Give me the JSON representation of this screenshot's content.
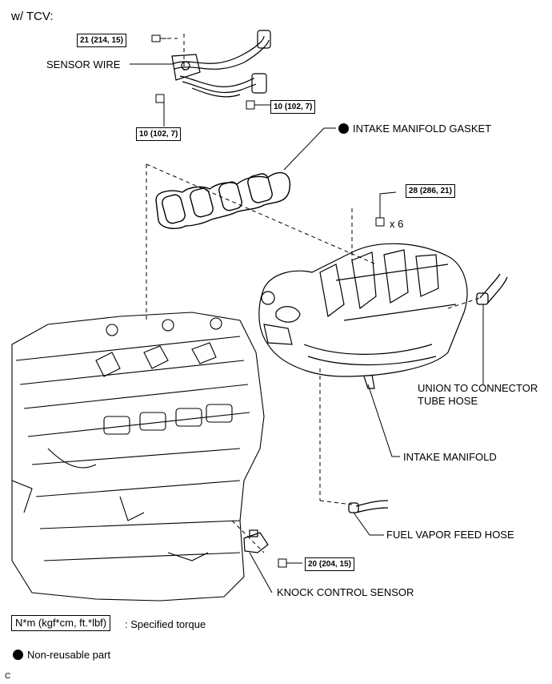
{
  "heading": "w/ TCV:",
  "torques": {
    "t1": "21 (214, 15)",
    "t2": "10 (102, 7)",
    "t3": "10 (102, 7)",
    "t4": "28 (286, 21)",
    "t5": "20 (204, 15)"
  },
  "multiplier": "x 6",
  "labels": {
    "sensor_wire": "SENSOR WIRE",
    "gasket": "INTAKE MANIFOLD GASKET",
    "union_line1": "UNION TO CONNECTOR",
    "union_line2": "TUBE HOSE",
    "intake_manifold": "INTAKE MANIFOLD",
    "fuel_vapor": "FUEL VAPOR FEED HOSE",
    "knock_sensor": "KNOCK CONTROL SENSOR"
  },
  "legend": {
    "unit_box": "N*m (kgf*cm, ft.*lbf)",
    "unit_desc": ": Specified torque",
    "nonreusable": "Non-reusable part"
  },
  "corner_code": "C"
}
